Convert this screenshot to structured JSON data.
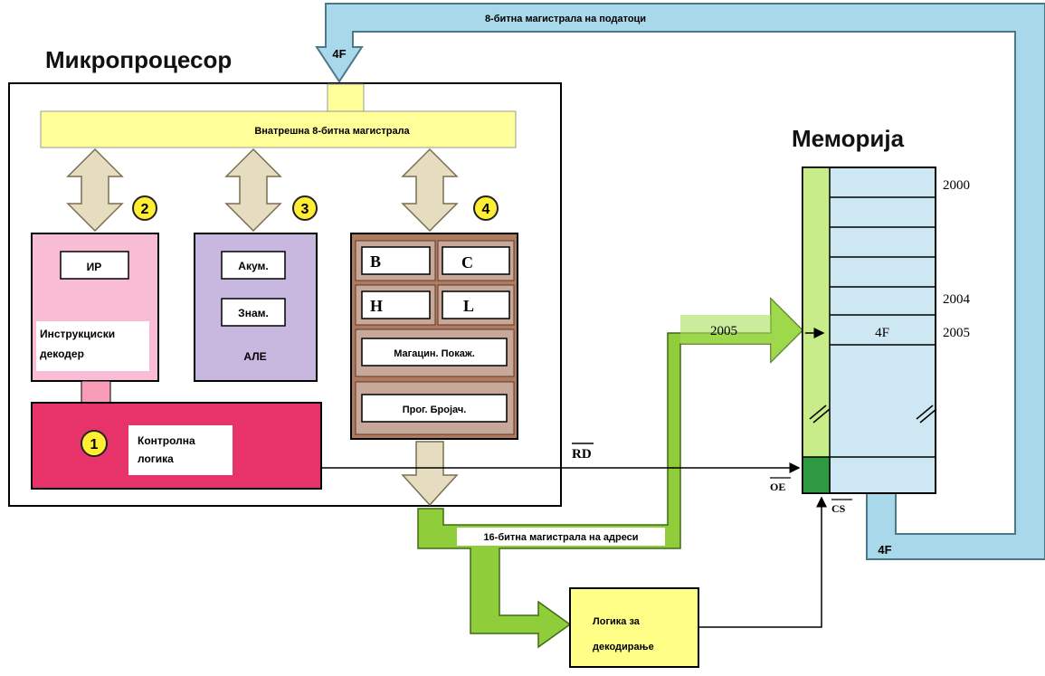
{
  "titles": {
    "cpu": "Микропроцесор",
    "memory": "Меморија"
  },
  "buses": {
    "data_bus": "8-битна магистрала на податоци",
    "internal_bus": "Внатрешна 8-битна магистрала",
    "address_bus": "16-битна магистрала на адреси",
    "data_value_top": "4F",
    "data_value_bottom": "4F",
    "address_value": "2005"
  },
  "blocks": {
    "decoder": {
      "reg": "ИР",
      "line1": "Инструкциски",
      "line2": "декодер"
    },
    "alu": {
      "acc": "Акум.",
      "flags": "Знам.",
      "label": "АЛЕ"
    },
    "registers": {
      "b": "B",
      "c": "C",
      "h": "H",
      "l": "L",
      "sp": "Магацин. Покаж.",
      "pc": "Прог. Бројач."
    },
    "control": {
      "line1": "Контролна",
      "line2": "логика"
    },
    "decode_logic": {
      "line1": "Логика за",
      "line2": "декодирање"
    }
  },
  "badges": [
    "1",
    "2",
    "3",
    "4"
  ],
  "signals": {
    "rd": "RD",
    "oe": "OE",
    "cs": "CS"
  },
  "memory": {
    "addresses": [
      "2000",
      "2004",
      "2005"
    ],
    "cell_value": "4F"
  },
  "colors": {
    "data_bus": "#a8d8ea",
    "address_bus": "#8fce3a",
    "internal_bus": "#ffff99",
    "arrow_tan": "#e6dcc0",
    "decoder": "#f8bcd4",
    "alu": "#c8b8e0",
    "registers": "#b07a60",
    "control": "#e8336a",
    "decode_logic": "#ffff88",
    "memory": "#cde8f2",
    "badge": "#ffee33"
  }
}
